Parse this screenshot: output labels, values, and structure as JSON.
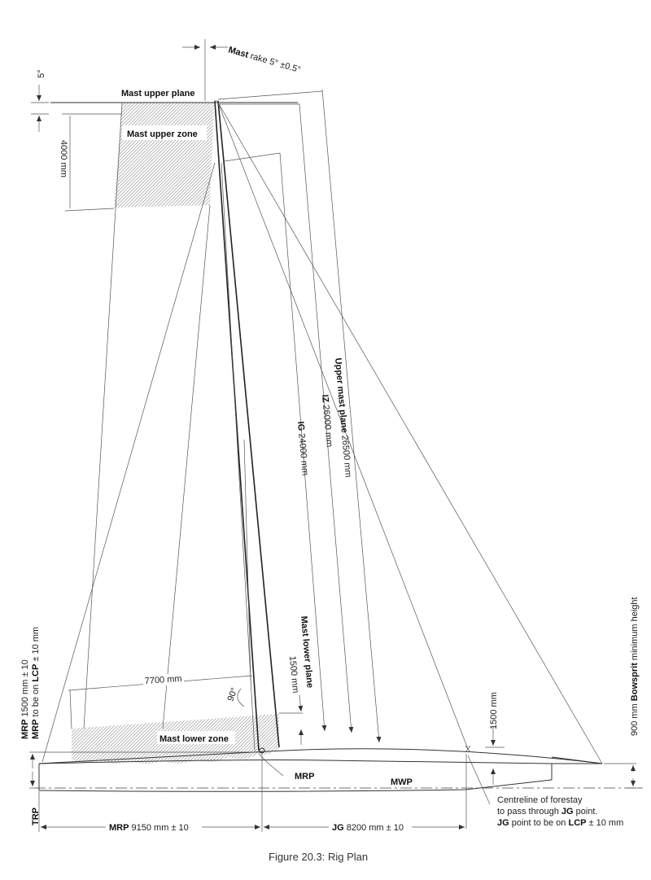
{
  "mast_rake": {
    "bold": "Mast",
    "rest": " rake 5° ±0.5°"
  },
  "five_deg": "5°",
  "upper_plane": "Mast upper plane",
  "upper_zone": "Mast upper zone",
  "upper_zone_height": "4000 mm",
  "upper_mast_plane": {
    "bold": "Upper mast plane",
    "rest": " 26500 mm"
  },
  "iz": {
    "bold": "IZ",
    "rest": " 26000 mm"
  },
  "ig": {
    "bold": "IG",
    "rest": " 24000 mm"
  },
  "lower_plane": {
    "bold": "Mast lower plane",
    "dim": "1500 mm"
  },
  "dim_7700": "7700 mm",
  "right_angle": "90°",
  "lower_zone": "Mast lower zone",
  "mrp_side": {
    "line1_bold": "MRP",
    "line1_rest": " 1500 mm ± 10",
    "line2_bold": "MRP",
    "line2_mid": " to be on ",
    "line2_bold2": "LCP",
    "line2_rest": " ± 10 mm"
  },
  "trp": "TRP",
  "mrp": "MRP",
  "mwp": "MWP",
  "dim_1500": "1500 mm",
  "bowsprit": {
    "lead": "900 mm ",
    "bold": "Bowsprit",
    "rest": " minimum height"
  },
  "forestay_note": {
    "line1": "Centreline of forestay",
    "line2_a": "to pass through ",
    "line2_bold": "JG",
    "line2_b": " point.",
    "line3_bold": "JG",
    "line3_a": " point to be on ",
    "line3_bold2": "LCP",
    "line3_b": " ± 10 mm"
  },
  "dim_mrp": {
    "bold": "MRP",
    "rest": " 9150 mm ± 10"
  },
  "dim_jg": {
    "bold": "JG",
    "rest": " 8200 mm ± 10"
  },
  "caption": "Figure 20.3: Rig Plan"
}
